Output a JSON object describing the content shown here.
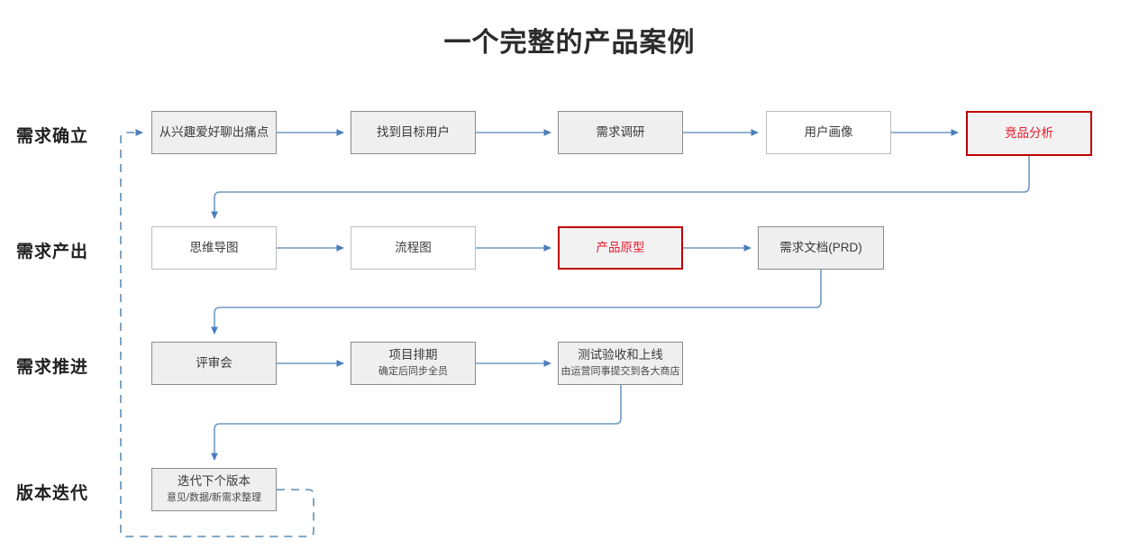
{
  "header": {
    "title": "一个完整的产品案例"
  },
  "colors": {
    "arrow": "#4a7ebb",
    "dashed": "#5b8db8",
    "node_fill": "#efefef",
    "node_border": "#8c8c8c",
    "node_white_fill": "#ffffff",
    "highlight_border": "#c00000",
    "highlight_text": "#e8192c",
    "text": "#3a3a3a",
    "label_text": "#1f1f1f"
  },
  "rows": [
    {
      "label": "需求确立"
    },
    {
      "label": "需求产出"
    },
    {
      "label": "需求推进"
    },
    {
      "label": "版本迭代"
    }
  ],
  "nodes": [
    {
      "id": "n1",
      "title": "从兴趣爱好聊出痛点",
      "sub": "",
      "style": "gray",
      "row": 0
    },
    {
      "id": "n2",
      "title": "找到目标用户",
      "sub": "",
      "style": "gray",
      "row": 0
    },
    {
      "id": "n3",
      "title": "需求调研",
      "sub": "",
      "style": "gray",
      "row": 0
    },
    {
      "id": "n4",
      "title": "用户画像",
      "sub": "",
      "style": "white",
      "row": 0
    },
    {
      "id": "n5",
      "title": "竞品分析",
      "sub": "",
      "style": "red",
      "row": 0
    },
    {
      "id": "n6",
      "title": "思维导图",
      "sub": "",
      "style": "white",
      "row": 1
    },
    {
      "id": "n7",
      "title": "流程图",
      "sub": "",
      "style": "white",
      "row": 1
    },
    {
      "id": "n8",
      "title": "产品原型",
      "sub": "",
      "style": "red",
      "row": 1
    },
    {
      "id": "n9",
      "title": "需求文档(PRD)",
      "sub": "",
      "style": "gray",
      "row": 1
    },
    {
      "id": "n10",
      "title": "评审会",
      "sub": "",
      "style": "gray",
      "row": 2
    },
    {
      "id": "n11",
      "title": "项目排期",
      "sub": "确定后同步全员",
      "style": "gray",
      "row": 2
    },
    {
      "id": "n12",
      "title": "测试验收和上线",
      "sub": "由运营同事提交到各大商店",
      "style": "gray",
      "row": 2
    },
    {
      "id": "n13",
      "title": "迭代下个版本",
      "sub": "意见/数据/新需求整理",
      "style": "gray",
      "row": 3
    }
  ],
  "connectors": {
    "solid_count": 12,
    "dashed_count": 1,
    "dashed_description": "迭代下个版本 回到 从兴趣爱好聊出痛点 的循环虚线"
  }
}
